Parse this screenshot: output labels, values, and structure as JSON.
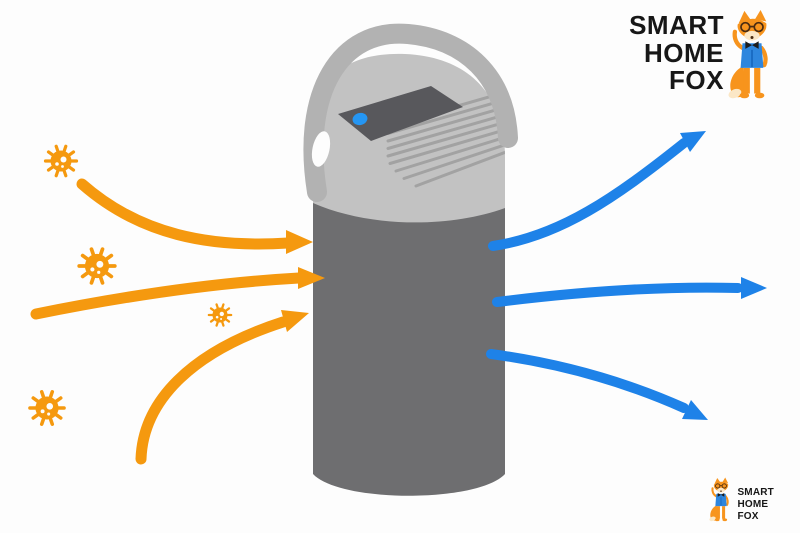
{
  "colors": {
    "background": "#fdfdfd",
    "arrow-orange": "#f5990f",
    "arrow-blue": "#1e82e8",
    "device-dome": "#c2c2c2",
    "device-handle": "#b2b2b2",
    "device-body": "#6e6e70",
    "device-panel": "#58585c",
    "device-slat": "#a2a2a2",
    "power-led": "#2596f3",
    "logo-text": "#171717",
    "fox-orange": "#f7941d",
    "fox-cream": "#fbe7c6",
    "fox-shirt": "#2e86de"
  },
  "header_logo": {
    "lines": [
      "SMART",
      "HOME",
      "FOX"
    ]
  },
  "footer_logo": {
    "lines": [
      "SMART",
      "HOME",
      "FOX"
    ]
  },
  "diagram": {
    "subject": "portable air purifier",
    "dirty_air_arrow_count": 3,
    "virus_particle_count": 4,
    "clean_air_arrow_count": 3
  }
}
